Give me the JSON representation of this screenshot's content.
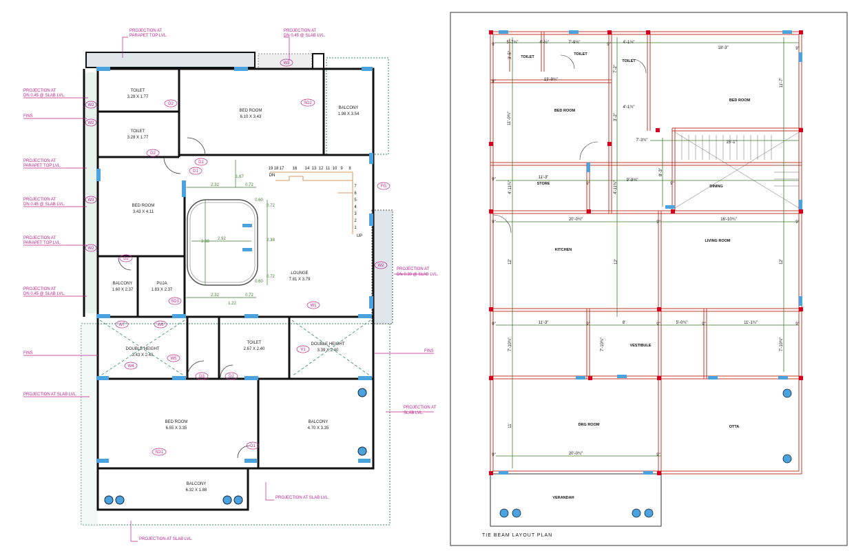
{
  "left_plan": {
    "rooms": [
      {
        "id": "toilet1",
        "name": "TOILET",
        "size": "3.28 X 1.77"
      },
      {
        "id": "toilet2",
        "name": "TOILET",
        "size": "3.28 X 1.77"
      },
      {
        "id": "bed1",
        "name": "BED ROOM",
        "size": "6.10 X 3.43"
      },
      {
        "id": "balc1",
        "name": "BALCONY",
        "size": "1.98 X 3.54"
      },
      {
        "id": "bed2",
        "name": "BED ROOM",
        "size": "3.43 X 4.11"
      },
      {
        "id": "lounge",
        "name": "LOUNGE",
        "size": "7.81 X 3.79"
      },
      {
        "id": "balc2",
        "name": "BALCONY",
        "size": "1.60 X 2.37"
      },
      {
        "id": "puja",
        "name": "PUJA",
        "size": "1.83 X 2.37"
      },
      {
        "id": "dh1",
        "name": "DOUBLE HEIGHT",
        "size": "3.43 X 2.40"
      },
      {
        "id": "toilet3",
        "name": "TOILET",
        "size": "2.67 X 2.40"
      },
      {
        "id": "dh2",
        "name": "DOUBLE HEIGHT",
        "size": "3.39 X 2.40"
      },
      {
        "id": "bed3",
        "name": "BED ROOM",
        "size": "6.55 X 3.35"
      },
      {
        "id": "balc3",
        "name": "BALCONY",
        "size": "4.70 X 3.35"
      },
      {
        "id": "balc4",
        "name": "BALCONY",
        "size": "6.32 X 1.88"
      }
    ],
    "annotations": [
      {
        "id": "a1",
        "lines": [
          "PROJECTION AT",
          "PARAPET TOP LVL."
        ]
      },
      {
        "id": "a2",
        "lines": [
          "PROJECTION AT",
          "DN 0.45 @ SLAB LVL."
        ]
      },
      {
        "id": "a3",
        "lines": [
          "PROJECTION AT",
          "DN 0.45 @ SLAB LVL."
        ]
      },
      {
        "id": "a4",
        "lines": [
          "FINS"
        ]
      },
      {
        "id": "a5",
        "lines": [
          "PROJECTION AT",
          "PARAPET TOP LVL."
        ]
      },
      {
        "id": "a6",
        "lines": [
          "PROJECTION AT",
          "DN 0.45 @ SLAB LVL."
        ]
      },
      {
        "id": "a7",
        "lines": [
          "PROJECTION AT",
          "PARAPET TOP LVL."
        ]
      },
      {
        "id": "a8",
        "lines": [
          "PROJECTION AT",
          "DN 0.45 @ SLAB LVL."
        ]
      },
      {
        "id": "a9",
        "lines": [
          "FINS"
        ]
      },
      {
        "id": "a10",
        "lines": [
          "PROJECTION AT SLAB LVL."
        ]
      },
      {
        "id": "a11",
        "lines": [
          "PROJECTION AT",
          "DN 0.30 @ SLAB LVL."
        ]
      },
      {
        "id": "a12",
        "lines": [
          "FINS"
        ]
      },
      {
        "id": "a13",
        "lines": [
          "PROJECTION AT",
          "SLAB LVL."
        ]
      },
      {
        "id": "a14",
        "lines": [
          "PROJECTION AT SLAB LVL."
        ]
      },
      {
        "id": "a15",
        "lines": [
          "PROJECTION AT SLAB LVL."
        ]
      }
    ],
    "tags": [
      "D2",
      "D2",
      "SD2",
      "D1",
      "D1",
      "D2",
      "SD3",
      "W7",
      "W8",
      "W5",
      "W4",
      "D3",
      "D2",
      "V1",
      "W1",
      "SD1",
      "D1",
      "W3",
      "W2",
      "W2",
      "W3",
      "W2",
      "FG",
      "W2"
    ],
    "dims": [
      "2.32",
      "0.72",
      "1.67",
      "0.60",
      "2.38",
      "2.92",
      "3.38",
      "0.72",
      "0.72",
      "0.60",
      "2.32",
      "0.72",
      "1.22"
    ],
    "stairs": {
      "top": [
        "19",
        "18",
        "17",
        "16",
        "14",
        "13",
        "12",
        "11",
        "10",
        "9",
        "8"
      ],
      "side": [
        "7",
        "6",
        "5",
        "4",
        "3",
        "2",
        "1"
      ],
      "dn": "DN",
      "up": "UP"
    }
  },
  "right_plan": {
    "title": "TIE BEAM LAYOUT PLAN",
    "rooms": [
      "TOILET",
      "TOILET",
      "TOILET",
      "BED ROOM",
      "BED ROOM",
      "STORE",
      "DINING",
      "KITCHEN",
      "LIVING ROOM",
      "VESTIBULE",
      "DRG ROOM",
      "OTTA",
      "VERANDAH"
    ],
    "dims": [
      "5'-7¾\"",
      "4'-½\"",
      "7'-9¾\"",
      "4'-1¾\"",
      "18'-3\"",
      "3'-5\"",
      "7'-2\"",
      "13'-9¾\"",
      "11'-7\"",
      "4'-1¾\"",
      "11'-0¾\"",
      "3'-2\"",
      "7'-3¾\"",
      "15'-1\"",
      "11'-3\"",
      "9'-9¾\"",
      "4'-11¾\"",
      "4'-11¾\"",
      "8'-3\"",
      "20'-0¾\"",
      "16'-10¾\"",
      "12'",
      "12'",
      "12'",
      "11'-3\"",
      "8'",
      "5'-0¾\"",
      "11'-1¾\"",
      "7'-10¾\"",
      "7'-10¾\"",
      "7'-10¾\"",
      "11'",
      "20'-0¾\""
    ],
    "nine_mark": "9\""
  },
  "colors": {
    "wall": "#111111",
    "magenta": "#c0208c",
    "green": "#3a7d2a",
    "window": "#4aa3df",
    "red_beam": "#c0392b",
    "column": "#d1001f"
  }
}
